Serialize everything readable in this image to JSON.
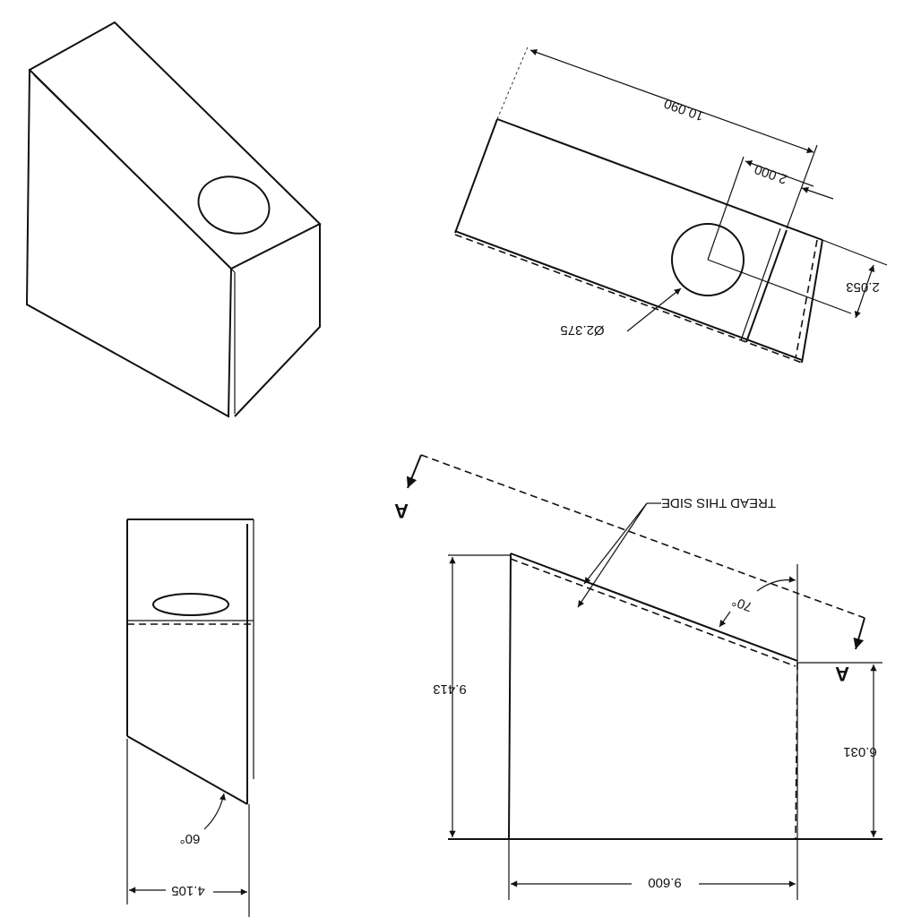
{
  "views": {
    "top_view": {
      "overall_length": "10.090",
      "hole_offset": "2.000",
      "bend_offset": "2.053",
      "hole_diameter": "Ø2.375"
    },
    "side_view": {
      "width": "4.105",
      "angle": "60°"
    },
    "front_view": {
      "note": "TREAD THIS SIDE",
      "angle": "70°",
      "section_label_left": "A",
      "section_label_right": "A",
      "height_left": "9.413",
      "height_right": "6.031",
      "width": "9.600"
    }
  }
}
